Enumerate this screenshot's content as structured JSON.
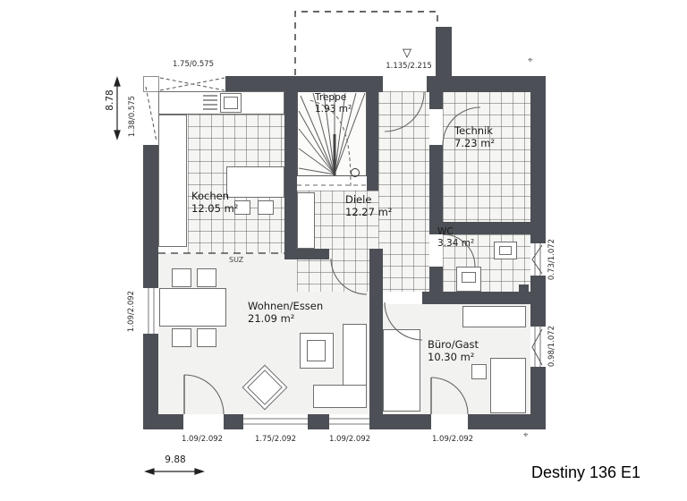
{
  "title": "Destiny 136 E1",
  "rooms": {
    "kochen": {
      "name": "Kochen",
      "area": "12.05 m²"
    },
    "treppe": {
      "name": "Treppe",
      "area": "1.93 m²"
    },
    "diele": {
      "name": "Diele",
      "area": "12.27 m²"
    },
    "technik": {
      "name": "Technik",
      "area": "7.23 m²"
    },
    "wc": {
      "name": "WC",
      "area": "3.34 m²"
    },
    "wohnen_essen": {
      "name": "Wohnen/Essen",
      "area": "21.09 m²"
    },
    "buero_gast": {
      "name": "Büro/Gast",
      "area": "10.30 m²"
    }
  },
  "openings": {
    "top_window": "1.75/0.575",
    "left_top_window": "1.38/0.575",
    "left_mid_window": "1.09/2.092",
    "entrance_door": "1.135/2.215",
    "right_wc_window": "0.73/1.072",
    "right_buero_window": "0.98/1.072",
    "bottom_door_left": "1.09/2.092",
    "bottom_window_large": "1.75/2.092",
    "bottom_window_small": "1.09/2.092",
    "bottom_door_right": "1.09/2.092"
  },
  "dimensions": {
    "left_height": "8.78",
    "bottom_width": "9.88"
  },
  "annotations": {
    "suz": "SUZ",
    "entrance_marker": "▽",
    "survey_marker": "⌖"
  }
}
